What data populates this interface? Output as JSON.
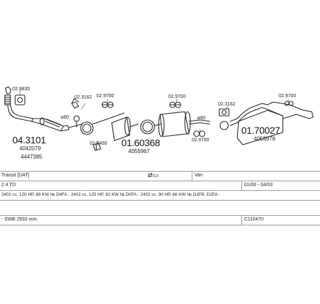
{
  "diagram": {
    "parts": [
      {
        "id": "p1",
        "code": "04.3101",
        "oe1": "4042079",
        "oe2": "4447385"
      },
      {
        "id": "p2",
        "code": "01.60368",
        "oe1": "4055967"
      },
      {
        "id": "p3",
        "code": "01.70027",
        "oe1": "4055978"
      }
    ],
    "hardware": {
      "gasket_front": "02.9835",
      "clamp_a": "02.3162",
      "hanger_a": "02.9700",
      "rubber_mid": "02.5400",
      "hanger_b": "02.9700",
      "clamp_b": "02.3162",
      "hanger_c": "02.9700",
      "hanger_d": "02.9700",
      "dia1": "⌀60",
      "dia2": "⌀60"
    }
  },
  "vehicle": {
    "model": "Transit  [DAT]",
    "body": "Van",
    "engine": "2.4 TD",
    "years": "01/00 - 04/03",
    "engine_codes": "2402 cc, 120 HP, 88 KW № D4FA - 2402 cc, 125 HP, 92 KW № D0FA - 2402 cc, 90 HP, 66 KW № D2FB, D2FA -",
    "wheelbase": "- SWB 2933 mm",
    "ref": "C110470"
  }
}
